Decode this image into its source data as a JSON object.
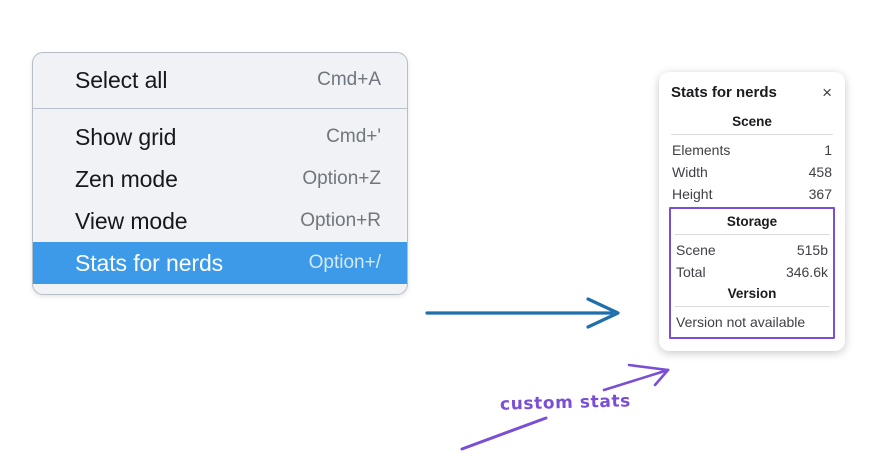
{
  "context_menu": {
    "groups": [
      {
        "items": [
          {
            "label": "Select all",
            "shortcut": "Cmd+A",
            "selected": false
          }
        ]
      },
      {
        "items": [
          {
            "label": "Show grid",
            "shortcut": "Cmd+'",
            "selected": false
          },
          {
            "label": "Zen mode",
            "shortcut": "Option+Z",
            "selected": false
          },
          {
            "label": "View mode",
            "shortcut": "Option+R",
            "selected": false
          },
          {
            "label": "Stats for nerds",
            "shortcut": "Option+/",
            "selected": true
          }
        ]
      }
    ],
    "highlight_color": "#3c9ae8"
  },
  "stats_panel": {
    "title": "Stats for nerds",
    "close_icon": "×",
    "scene": {
      "heading": "Scene",
      "rows": [
        {
          "label": "Elements",
          "value": "1"
        },
        {
          "label": "Width",
          "value": "458"
        },
        {
          "label": "Height",
          "value": "367"
        }
      ]
    },
    "storage": {
      "heading": "Storage",
      "rows": [
        {
          "label": "Scene",
          "value": "515b"
        },
        {
          "label": "Total",
          "value": "346.6k"
        }
      ]
    },
    "version": {
      "heading": "Version",
      "note": "Version not available"
    }
  },
  "annotations": {
    "handwritten_label": "custom stats",
    "annotation_color": "#7a4fd6",
    "flow_arrow_color": "#1f6fad"
  }
}
